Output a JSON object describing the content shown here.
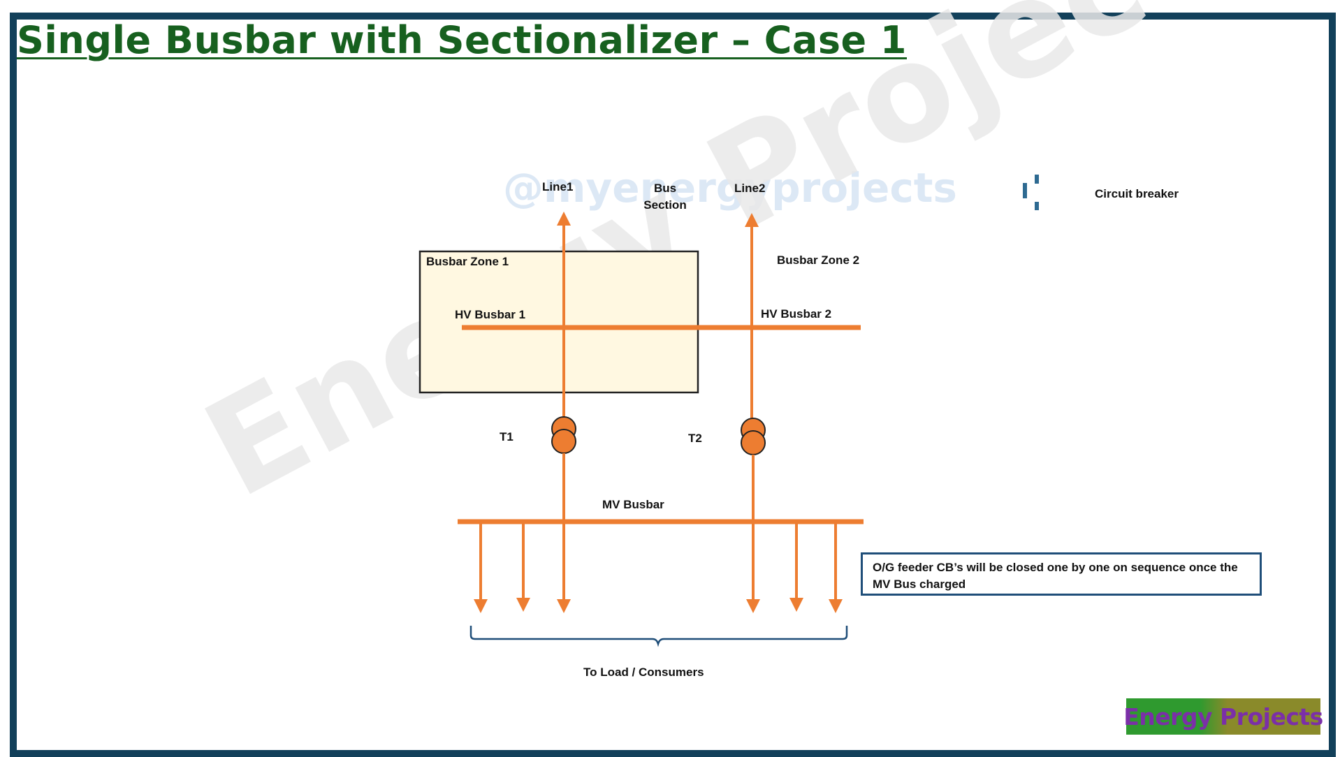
{
  "title": "Single Busbar with Sectionalizer – Case 1",
  "watermarks": {
    "handle": "@myenergyprojects",
    "brand": "Energy Projects"
  },
  "legend": {
    "label": "Circuit breaker",
    "icon": "circuit-breaker-icon"
  },
  "labels": {
    "line1": "Line1",
    "bus_section": "Bus\nSection",
    "line2": "Line2",
    "busbar_zone_1": "Busbar Zone 1",
    "busbar_zone_2": "Busbar Zone 2",
    "hv_busbar_1": "HV Busbar 1",
    "hv_busbar_2": "HV Busbar 2",
    "t1": "T1",
    "t2": "T2",
    "mv_busbar": "MV Busbar",
    "to_load": "To Load / Consumers"
  },
  "note": "O/G feeder CB’s will be closed one by one on sequence once the MV Bus charged",
  "logo": "Energy Projects",
  "colors": {
    "title": "#17601f",
    "frame": "#12405a",
    "busbar": "#ed7d31",
    "zone_fill": "#fff8e1",
    "note_border": "#1f4e79",
    "breaker": "#2e6a91",
    "logo_text": "#7b2fa8"
  }
}
